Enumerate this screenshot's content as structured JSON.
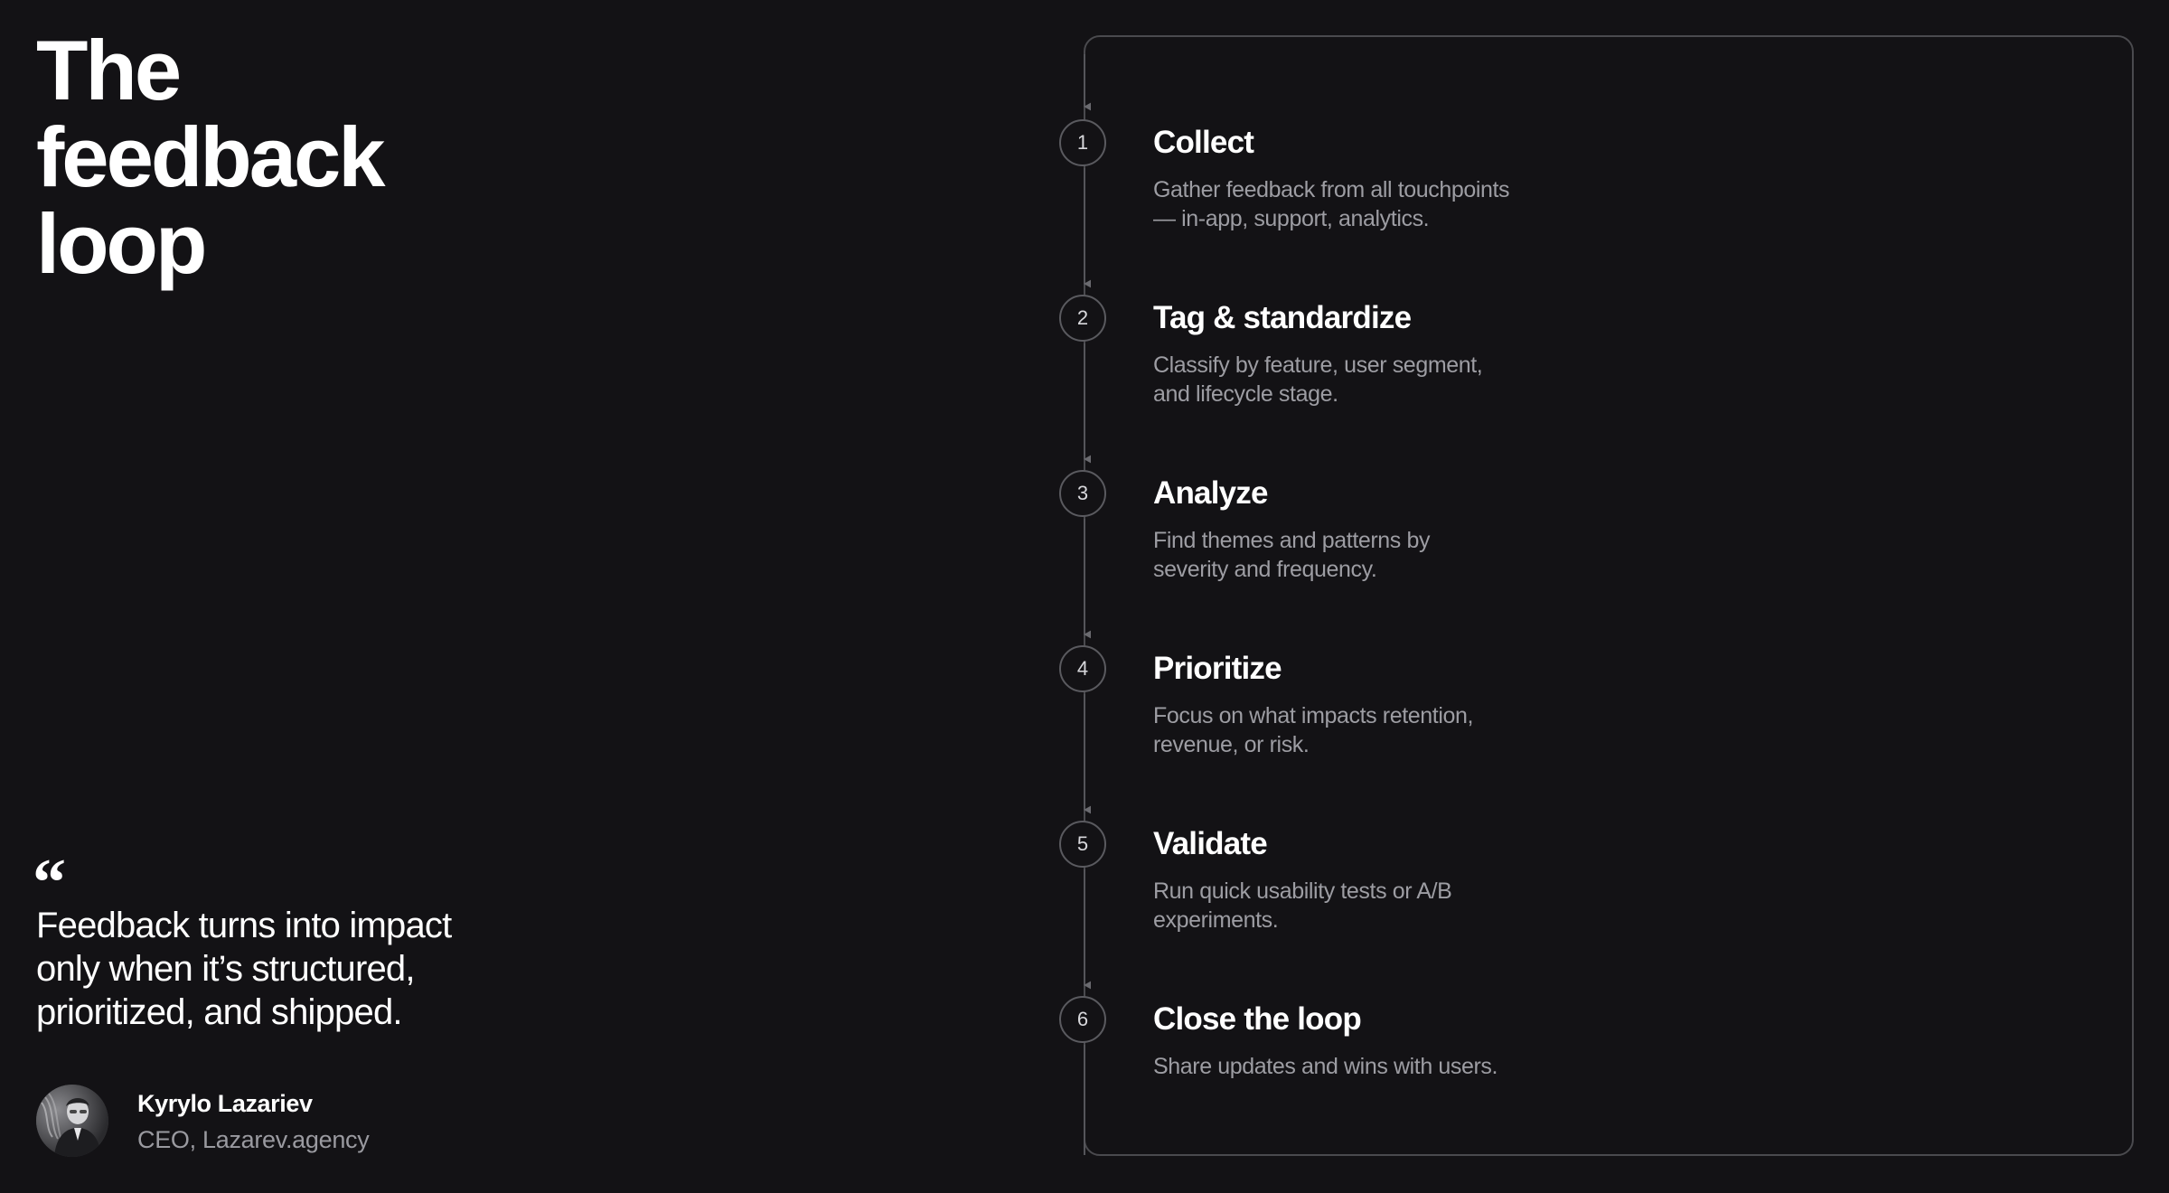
{
  "title_lines": [
    "The",
    "feedback",
    "loop"
  ],
  "quote": {
    "mark": "“",
    "lines": [
      "Feedback turns into impact",
      "only when it’s structured,",
      "prioritized, and shipped."
    ]
  },
  "author": {
    "name": "Kyrylo Lazariev",
    "role": "CEO, Lazarev.agency"
  },
  "steps": [
    {
      "number": "1",
      "title": "Collect",
      "desc_lines": [
        "Gather feedback from all touchpoints",
        "— in-app, support, analytics."
      ]
    },
    {
      "number": "2",
      "title": "Tag & standardize",
      "desc_lines": [
        "Classify by feature, user segment,",
        "and lifecycle stage."
      ]
    },
    {
      "number": "3",
      "title": "Analyze",
      "desc_lines": [
        "Find themes and patterns by",
        "severity and frequency."
      ]
    },
    {
      "number": "4",
      "title": "Prioritize",
      "desc_lines": [
        "Focus on what impacts retention,",
        "revenue, or risk."
      ]
    },
    {
      "number": "5",
      "title": "Validate",
      "desc_lines": [
        "Run quick usability tests or A/B",
        "experiments."
      ]
    },
    {
      "number": "6",
      "title": "Close the loop",
      "desc_lines": [
        "Share updates and wins with users."
      ]
    }
  ],
  "colors": {
    "background": "#131215",
    "text_primary": "#ffffff",
    "text_secondary": "#9d9da3",
    "line": "#4a4a4e"
  }
}
